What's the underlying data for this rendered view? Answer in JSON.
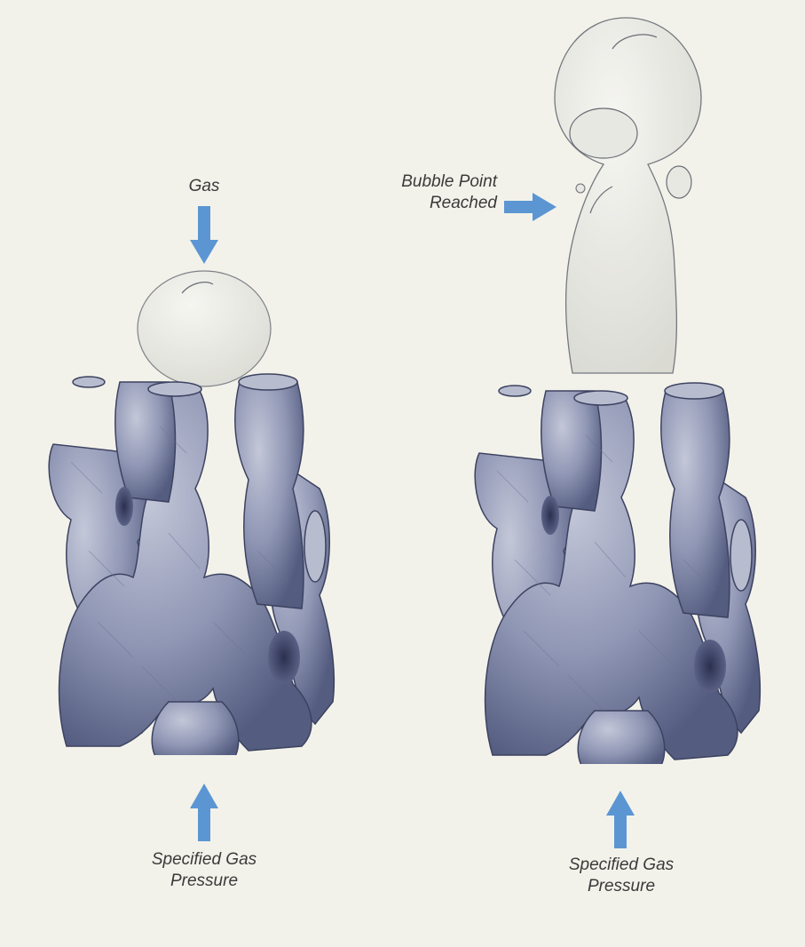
{
  "colors": {
    "paper": "#f3f2ea",
    "structure_fill": "#8f96b4",
    "structure_shadow": "#545c80",
    "structure_light": "#c3c7d8",
    "outline": "#3c4260",
    "arrow": "#5b96d3",
    "bubble_fill": "#e7e8e2",
    "bubble_outline": "#6a6e76",
    "label_text": "#3a3a3a"
  },
  "left_panel": {
    "top_label": "Gas",
    "top_arrow_icon": "arrow-down-icon",
    "bottom_arrow_icon": "arrow-up-icon",
    "bottom_label_line1": "Specified Gas",
    "bottom_label_line2": "Pressure"
  },
  "right_panel": {
    "side_label_line1": "Bubble Point",
    "side_label_line2": "Reached",
    "side_arrow_icon": "arrow-right-icon",
    "bottom_arrow_icon": "arrow-up-icon",
    "bottom_label_line1": "Specified Gas",
    "bottom_label_line2": "Pressure"
  }
}
